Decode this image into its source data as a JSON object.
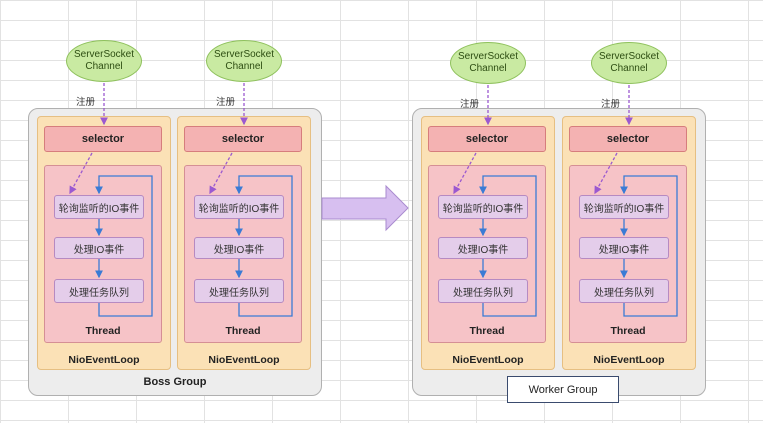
{
  "channel": {
    "line1": "ServerSocket",
    "line2": "Channel"
  },
  "register_label": "注册",
  "selector_label": "selector",
  "steps": [
    "轮询监听的IO事件",
    "处理IO事件",
    "处理任务队列"
  ],
  "thread_label": "Thread",
  "loop_label": "NioEventLoop",
  "boss_group_label": "Boss Group",
  "worker_group_label": "Worker Group",
  "colors": {
    "channel": "#c9eaa2",
    "selector": "#f4b2b2",
    "thread": "#f6c3c7",
    "loop": "#fbe1b6",
    "step": "#e4cdea",
    "arrow_blue": "#3a7bd5",
    "arrow_purple": "#9b59d0",
    "big_arrow": "#d7bff0"
  }
}
